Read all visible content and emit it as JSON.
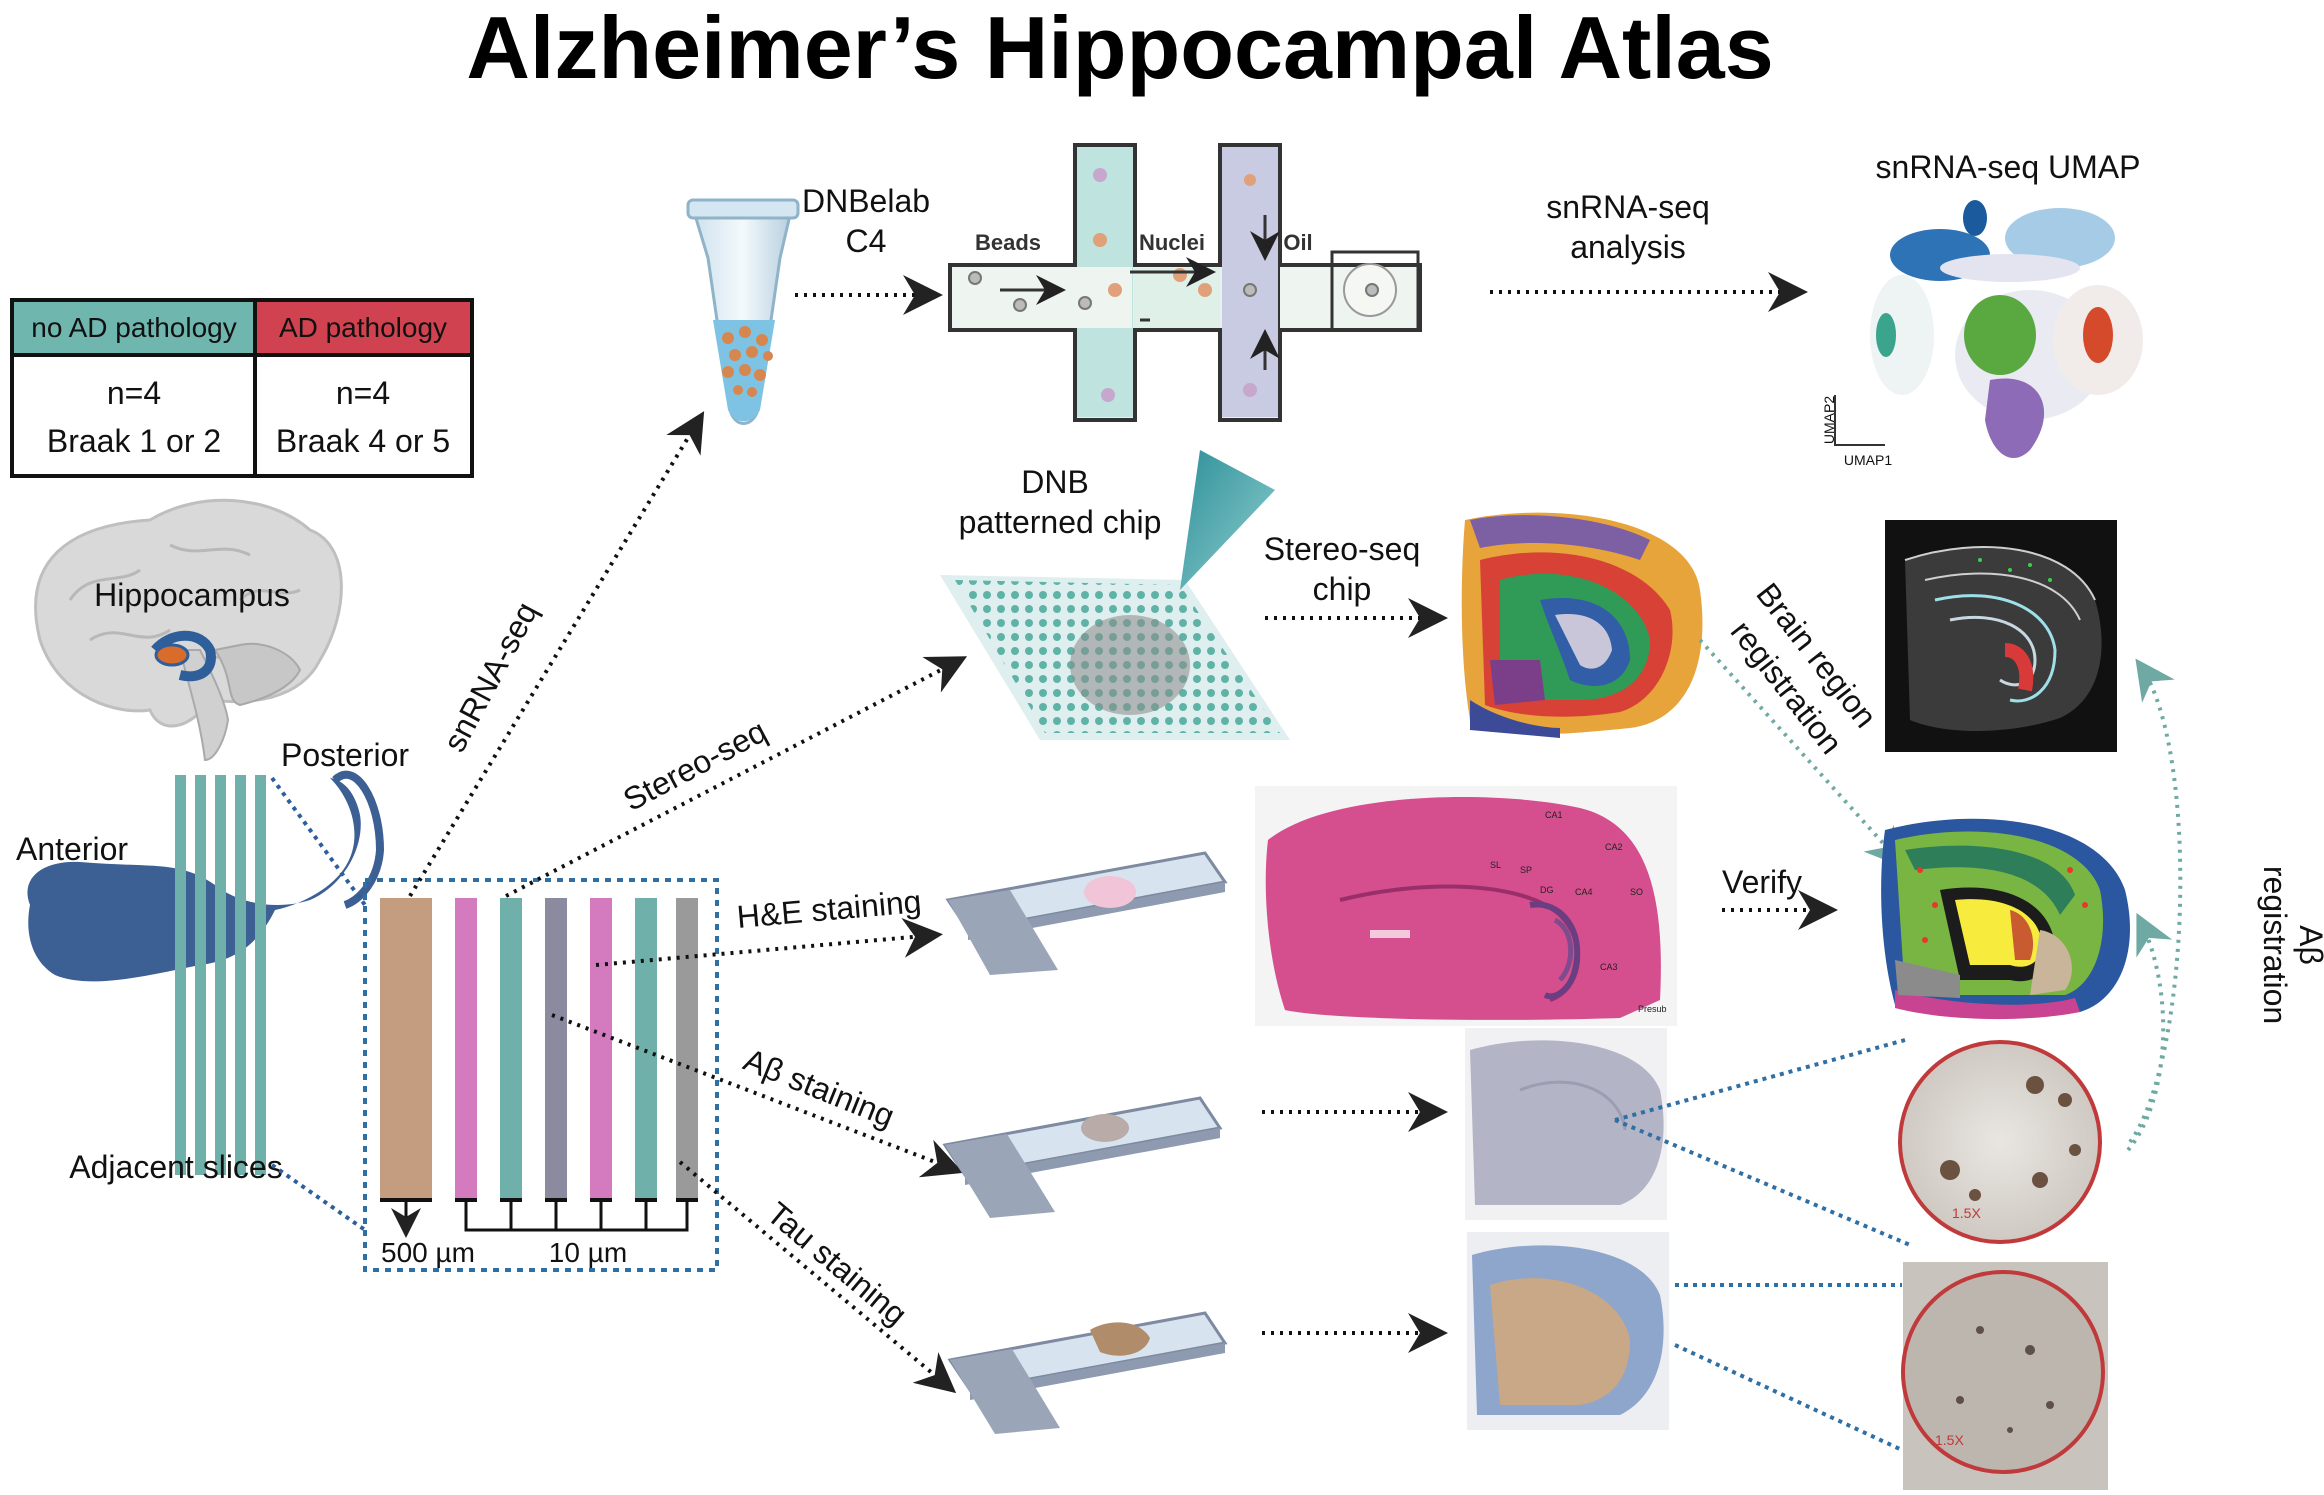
{
  "title": "Alzheimer’s Hippocampal Atlas",
  "cohort_table": {
    "groups": [
      {
        "header": "no AD pathology",
        "n": "n=4",
        "braak": "Braak 1 or 2",
        "color": "#6fb6ae"
      },
      {
        "header": "AD pathology",
        "n": "n=4",
        "braak": "Braak 4 or 5",
        "color": "#d0424f"
      }
    ]
  },
  "brain": {
    "hippocampus": "Hippocampus",
    "posterior": "Posterior",
    "anterior": "Anterior",
    "adjacent_slices": "Adjacent slices"
  },
  "slices": {
    "thickness_thick": "500 µm",
    "thickness_thin": "10 µm",
    "colors": [
      "#c49c80",
      "#d47bbf",
      "#6fb0aa",
      "#8b8ba0",
      "#d47bbf",
      "#6fb0aa",
      "#9a9a9a"
    ]
  },
  "methods": {
    "snrna": "snRNA-seq",
    "stereo": "Stereo-seq",
    "he": "H&E staining",
    "abeta": "Aβ staining",
    "tau": "Tau staining"
  },
  "snrna_workflow": {
    "platform_line1": "DNBelab",
    "platform_line2": "C4",
    "beads": "Beads",
    "nuclei": "Nuclei",
    "oil": "Oil",
    "analysis_line1": "snRNA-seq",
    "analysis_line2": "analysis",
    "umap_title": "snRNA-seq UMAP",
    "umap_x": "UMAP1",
    "umap_y": "UMAP2"
  },
  "stereo_workflow": {
    "chip_line1": "DNB",
    "chip_line2": "patterned chip",
    "stereo_chip_line1": "Stereo-seq",
    "stereo_chip_line2": "chip",
    "registration_line1": "Brain region",
    "registration_line2": "registration",
    "verify": "Verify",
    "abeta_reg_line1": "Aβ",
    "abeta_reg_line2": "registration"
  },
  "zoom_label": "1.5X",
  "he_labels": [
    "CA1",
    "CA2",
    "CA3",
    "CA4",
    "SL",
    "SP",
    "SO",
    "DG",
    "Presub"
  ]
}
